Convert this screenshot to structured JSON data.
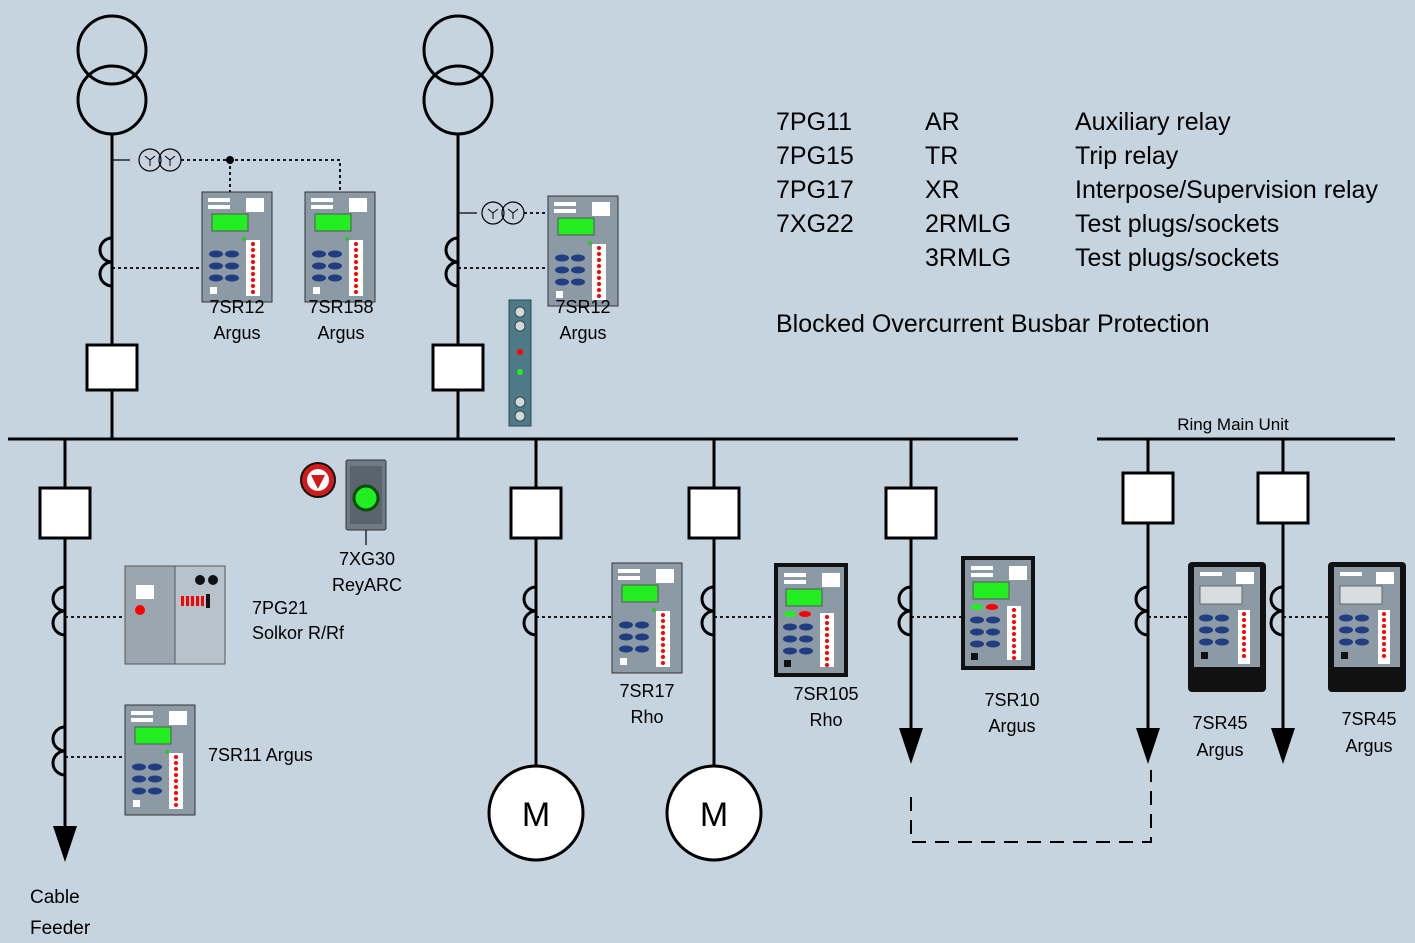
{
  "legend": {
    "rows": [
      {
        "code": "7PG11",
        "abbr": "AR",
        "desc": "Auxiliary relay"
      },
      {
        "code": "7PG15",
        "abbr": "TR",
        "desc": "Trip relay"
      },
      {
        "code": "7PG17",
        "abbr": "XR",
        "desc": "Interpose/Supervision relay"
      },
      {
        "code": "7XG22",
        "abbr": "2RMLG",
        "desc": "Test plugs/sockets"
      },
      {
        "code": "",
        "abbr": "3RMLG",
        "desc": "Test plugs/sockets"
      }
    ],
    "scheme": "Blocked Overcurrent Busbar Protection"
  },
  "ring_main_unit": "Ring Main Unit",
  "motor_symbol": "M",
  "feeder": {
    "line1": "Cable",
    "line2": "Feeder"
  },
  "relays": {
    "r1": {
      "model": "7SR12",
      "family": "Argus"
    },
    "r2": {
      "model": "7SR158",
      "family": "Argus"
    },
    "r3": {
      "model": "7SR12",
      "family": "Argus"
    },
    "r4": {
      "model": "7XG30",
      "family": "ReyARC"
    },
    "r5": {
      "model": "7PG21",
      "family": "Solkor R/Rf"
    },
    "r6": {
      "label": "7SR11 Argus"
    },
    "r7": {
      "model": "7SR17",
      "family": "Rho"
    },
    "r8": {
      "model": "7SR105",
      "family": "Rho"
    },
    "r9": {
      "model": "7SR10",
      "family": "Argus"
    },
    "r10": {
      "model": "7SR45",
      "family": "Argus"
    },
    "r11": {
      "model": "7SR45",
      "family": "Argus"
    }
  },
  "colors": {
    "background": "#c6d4df",
    "relay_body": "#8c9aa6",
    "display_green": "#22ee22",
    "led_red": "#ff0000",
    "key_blue": "#1f3d80"
  }
}
